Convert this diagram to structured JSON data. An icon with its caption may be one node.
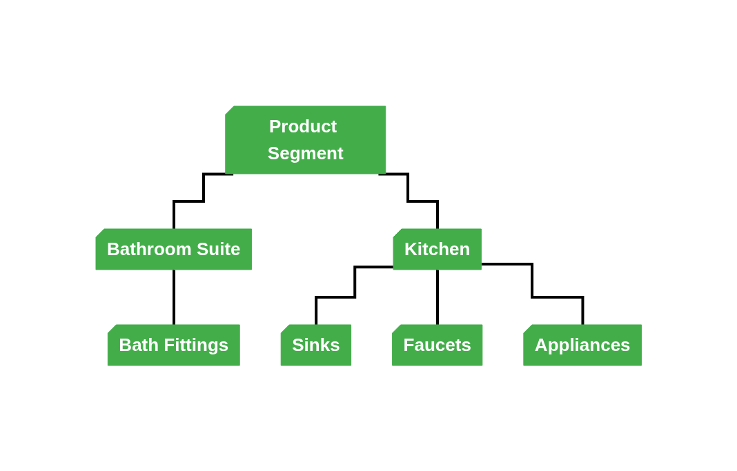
{
  "diagram": {
    "nodes": [
      {
        "text": [
          "Product Segment"
        ]
      },
      {
        "text": [
          "Bathroom Suite"
        ]
      },
      {
        "text": [
          "Kitchen"
        ]
      },
      {
        "text": [
          "Sinks"
        ]
      },
      {
        "text": [
          "Faucets"
        ]
      },
      {
        "text": [
          "Bath Fittings"
        ]
      },
      {
        "text": [
          "Appliances"
        ]
      }
    ],
    "edges": [
      {
        "from": 0,
        "to": 1,
        "arrow": "none"
      },
      {
        "from": 0,
        "to": 2,
        "arrow": "none"
      },
      {
        "from": 2,
        "to": 3,
        "arrow": "none"
      },
      {
        "from": 2,
        "to": 4,
        "arrow": "none"
      },
      {
        "from": 1,
        "to": 5,
        "arrow": "none"
      },
      {
        "from": 2,
        "to": 6,
        "arrow": "none"
      }
    ]
  }
}
